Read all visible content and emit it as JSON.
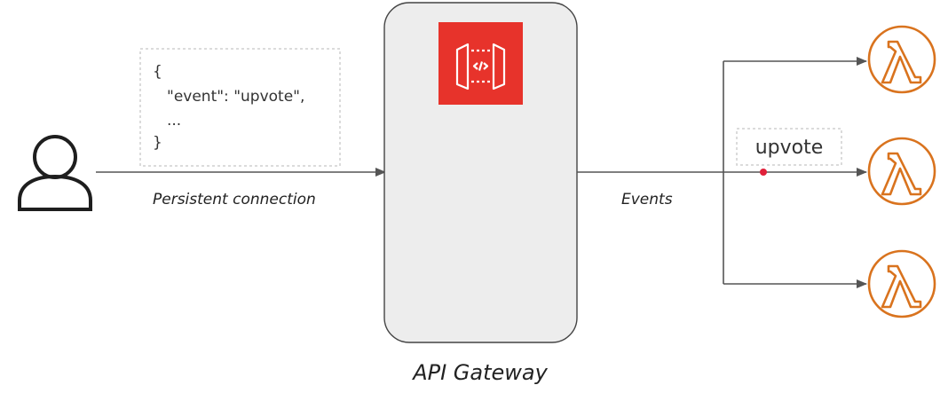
{
  "payload": {
    "lines": [
      "{",
      "\"event\": \"upvote\",",
      "...",
      "}"
    ]
  },
  "labels": {
    "connection": "Persistent connection",
    "events": "Events",
    "gateway": "API Gateway",
    "event_tag": "upvote"
  },
  "icons": {
    "user": "user-icon",
    "gateway": "api-gateway-icon",
    "lambda": "lambda-icon"
  },
  "colors": {
    "gateway_tile": "#E7332B",
    "lambda": "#D9731E",
    "event_dot": "#E0203A",
    "line": "#555555",
    "gateway_box": "#EDEDED"
  }
}
